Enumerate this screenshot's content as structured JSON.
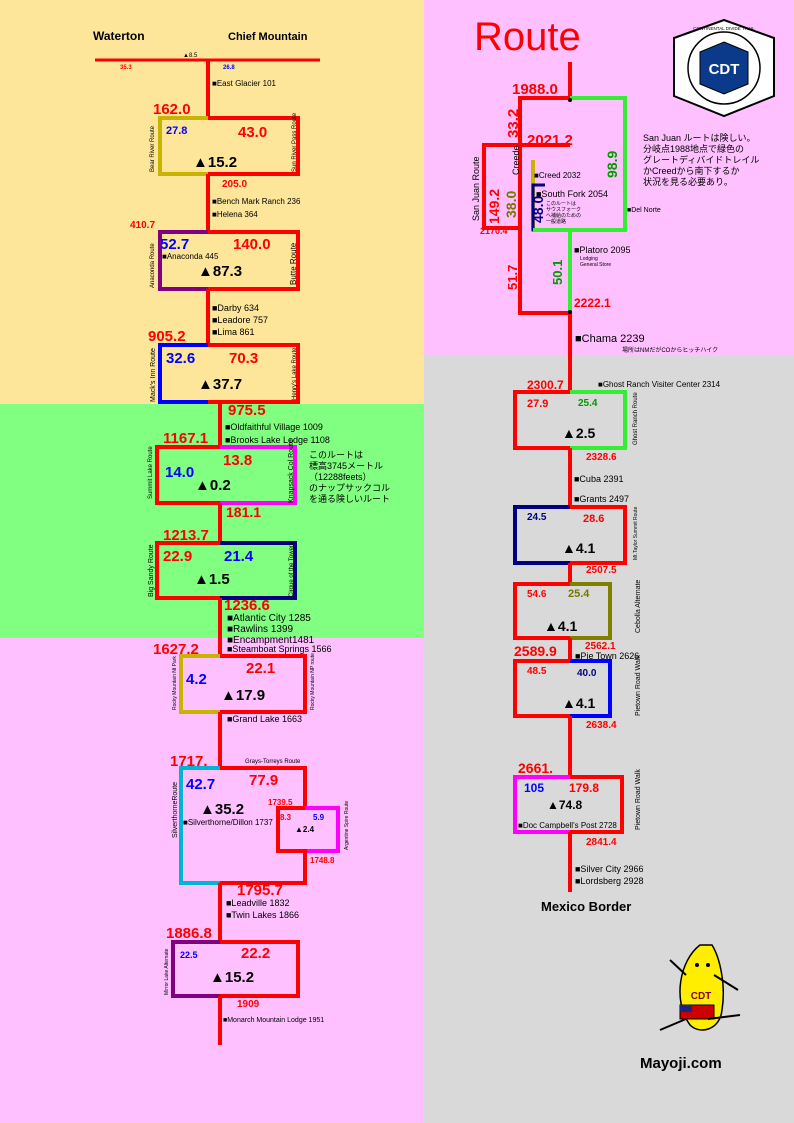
{
  "colors": {
    "route_red": "#ff0000",
    "alt_blue": "#0000ff",
    "alt_green": "#33ee33",
    "alt_olive": "#c8b400",
    "alt_purple": "#800080",
    "alt_magenta": "#ff00ff",
    "alt_cyan": "#00b4d8",
    "alt_navy": "#000080",
    "bg_yellow": "#fde69a",
    "bg_green": "#80ff80",
    "bg_pink": "#ffc0ff",
    "bg_gray": "#d9d9d9"
  },
  "title": "Route",
  "logo": {
    "emblem": "CDT",
    "ring_text": "CONTINENTAL DIVIDE TRAIL"
  },
  "north": {
    "left_label": "Waterton",
    "right_label": "Chief Mountain",
    "center_value": "▲8.5",
    "left_value": "35.3",
    "right_value": "26.8"
  },
  "left": {
    "east_glacier": "■East Glacier  101",
    "bear": {
      "start": "162.0",
      "alt": "27.8",
      "main": "43.0",
      "mountain": "▲15.2",
      "alt_name": "Bear River Route",
      "main_name": "Sun River Pass Route",
      "end": "205.0"
    },
    "towns1": [
      "■Bench Mark Ranch 236",
      "■Helena 364"
    ],
    "anaconda": {
      "start": "410.7",
      "alt": "52.7",
      "main": "140.0",
      "town": "■Anaconda  445",
      "mountain": "▲87.3",
      "alt_name": "Anaconda Route",
      "main_name": "Butte Route"
    },
    "towns2": [
      "■Darby  634",
      "■Leadore  757",
      "■Lima  861"
    ],
    "macks": {
      "start": "905.2",
      "alt": "32.6",
      "main": "70.3",
      "mountain": "▲37.7",
      "alt_name": "Mack's Inn Route",
      "main_name": "Henry's Lake Route",
      "end": "975.5"
    },
    "towns3": [
      "■Oldfaithful Village 1009",
      "■Brooks Lake Lodge 1108"
    ],
    "summit": {
      "start": "1167.1",
      "alt": "14.0",
      "main": "13.8",
      "mountain": "▲0.2",
      "alt_name": "Summit Lake Route",
      "main_name": "Knapsack Col Route",
      "end": "181.1"
    },
    "note_knapsack": [
      "このルートは",
      "標高3745メートル",
      "（12288feets）",
      "のナップサックコル",
      "を通る険しいルート"
    ],
    "big_sandy": {
      "start": "1213.7",
      "alt": "22.9",
      "main": "21.4",
      "mountain": "▲1.5",
      "alt_name": "Big Sandy Route",
      "main_name": "Cirque of the Towers",
      "end": "1236.6"
    },
    "towns4": [
      "■Atlantic City 1285",
      "■Rawlins 1399",
      "■Encampment1481",
      "■Steamboat Springs 1566"
    ],
    "rmnp": {
      "start": "1627.2",
      "alt": "4.2",
      "main": "22.1",
      "mountain": "▲17.9",
      "alt_name": "Rocky Mountain Nt Park",
      "main_name": "Rocky Mountain NP route"
    },
    "grand_lake": "■Grand Lake 1663",
    "grays": {
      "start": "1717.",
      "label": "Grays-Torreys Route",
      "alt": "42.7",
      "main": "77.9",
      "mountain": "▲35.2",
      "town": "■Silverthorne/Dillon 1737",
      "alt_name": "SilverthorneRoute",
      "sub_start": "1739.5",
      "sub_alt": "8.3",
      "sub_main": "5.9",
      "sub_mountain": "▲2.4",
      "sub_name": "Argentine Spire Route",
      "sub_end": "1748.8",
      "end": "1795.7"
    },
    "towns5": [
      "■Leadville 1832",
      "■Twin Lakes 1866"
    ],
    "mirror": {
      "start": "1886.8",
      "alt": "22.5",
      "main": "22.2",
      "mountain": "▲15.2",
      "alt_name": "Mirror Lake Alternate",
      "end": "1909"
    },
    "monarch": "■Monarch Mountain Lodge 1951"
  },
  "right": {
    "san_juan": {
      "start": "1988.0",
      "a": "33.2",
      "creede_start": "2021.2",
      "creede_label": "Creede",
      "b": "38.0",
      "c": "48.0",
      "d": "98.9",
      "e": "149.2",
      "f": "51.7",
      "g": "50.1",
      "sj_label": "San Juan Route",
      "creed": "■Creed 2032",
      "south_fork": "■South Fork   2054",
      "sf_note": [
        "このルートは",
        "サウスフォーク",
        "へ補給のための",
        "一般道路"
      ],
      "del_norte": "■Del Norte",
      "junction": "2170.4",
      "platoro": "■Platoro 2095",
      "platoro_note": [
        "Lodging",
        "General Store"
      ],
      "end": "2222.1"
    },
    "note_sanjuan": [
      "San Juan ルートは険しい。",
      "分岐点1988地点で緑色の",
      "グレートディバイドトレイル",
      "かCreedから南下するか",
      "状況を見る必要あり。"
    ],
    "chama": "■Chama 2239",
    "chama_note": "場所はNMだがCOからヒッチハイク",
    "ghost": {
      "start": "2300.7",
      "center": "■Ghost Ranch Visiter Center 2314",
      "alt": "27.9",
      "main": "25.4",
      "mountain": "▲2.5",
      "name": "Ghost Ranch Route",
      "end": "2328.6"
    },
    "towns1": [
      "■Cuba 2391",
      "■Grants 2497"
    ],
    "taylor": {
      "alt": "24.5",
      "main": "28.6",
      "mountain": "▲4.1",
      "name": "Mt.Taylor Summit Route",
      "end": "2507.5"
    },
    "cebolla": {
      "alt": "54.6",
      "main": "25.4",
      "mountain": "▲4.1",
      "name": "Cebolla Alternate",
      "end": "2562.1"
    },
    "pietown": {
      "start": "2589.9",
      "town": "■Pie Town 2626",
      "alt": "48.5",
      "main": "40.0",
      "mountain": "▲4.1",
      "name": "Pietown Road Walk",
      "end": "2638.4"
    },
    "doc": {
      "start": "2661.",
      "alt": "105",
      "main": "179.8",
      "mountain": "▲74.8",
      "town": "■Doc Campbell's Post 2728",
      "name": "Pietown Road Walk",
      "end": "2841.4"
    },
    "towns2": [
      "■Silver City 2966",
      "■Lordsberg 2928"
    ],
    "border": "Mexico   Border"
  },
  "footer": {
    "brand": "Mayoji.com",
    "mascot_emblem": "CDT"
  }
}
